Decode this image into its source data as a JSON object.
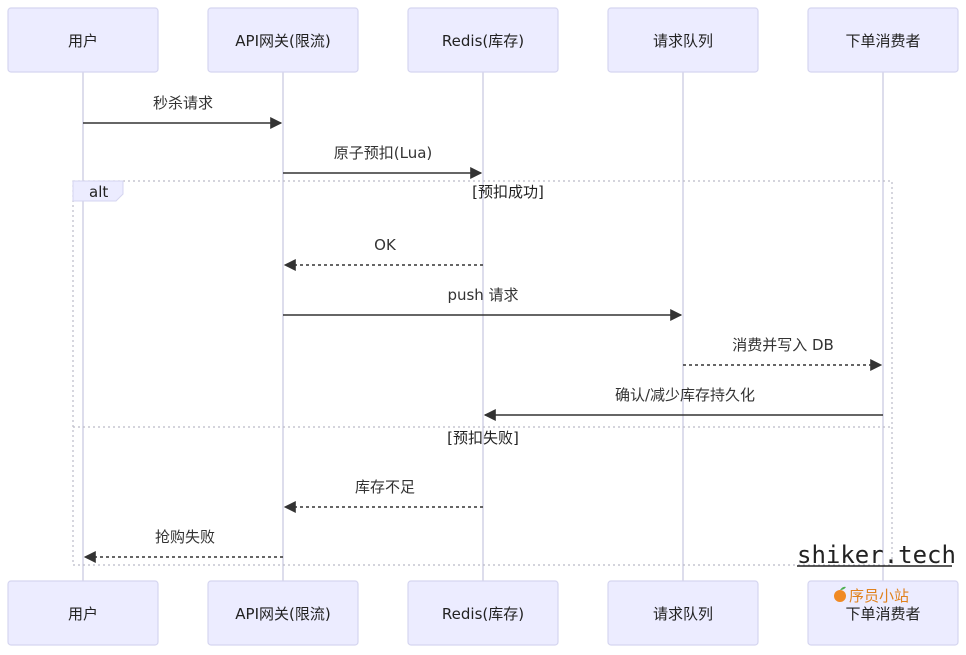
{
  "participants": [
    {
      "id": "user",
      "label": "用户"
    },
    {
      "id": "gateway",
      "label": "API网关(限流)"
    },
    {
      "id": "redis",
      "label": "Redis(库存)"
    },
    {
      "id": "queue",
      "label": "请求队列"
    },
    {
      "id": "consumer",
      "label": "下单消费者"
    }
  ],
  "messages": [
    {
      "label": "秒杀请求",
      "from": "user",
      "to": "gateway",
      "style": "solid"
    },
    {
      "label": "原子预扣(Lua)",
      "from": "gateway",
      "to": "redis",
      "style": "solid"
    },
    {
      "label": "OK",
      "from": "redis",
      "to": "gateway",
      "style": "dashed"
    },
    {
      "label": "push 请求",
      "from": "gateway",
      "to": "queue",
      "style": "solid"
    },
    {
      "label": "消费并写入 DB",
      "from": "queue",
      "to": "consumer",
      "style": "dashed"
    },
    {
      "label": "确认/减少库存持久化",
      "from": "consumer",
      "to": "redis",
      "style": "solid"
    },
    {
      "label": "库存不足",
      "from": "redis",
      "to": "gateway",
      "style": "dashed"
    },
    {
      "label": "抢购失败",
      "from": "gateway",
      "to": "user",
      "style": "dashed"
    }
  ],
  "alt_block": {
    "keyword": "alt",
    "condition_1": "[预扣成功]",
    "condition_2": "[预扣失败]"
  },
  "watermark": {
    "site": "shiker.tech",
    "logo_text": "序员小站",
    "logo_icon": "orange-fruit-icon"
  },
  "colors": {
    "actor_fill": "#ECECFF",
    "actor_border": "#D5D5F0",
    "lifeline": "#D2D2E6",
    "arrow": "#333333",
    "logo": "#E0821E"
  }
}
